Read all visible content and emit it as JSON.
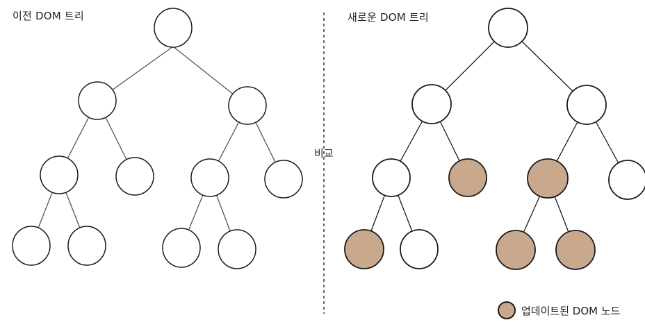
{
  "left_tree": {
    "title": "이전 DOM 트리"
  },
  "right_tree": {
    "title": "새로운 DOM 트리"
  },
  "compare_label": "비교",
  "legend": {
    "label": "업데이트된 DOM 노드",
    "color": "#c9a98d"
  },
  "colors": {
    "node_fill": "#ffffff",
    "updated_fill": "#c9a98d",
    "stroke": "#1a1a1a"
  }
}
